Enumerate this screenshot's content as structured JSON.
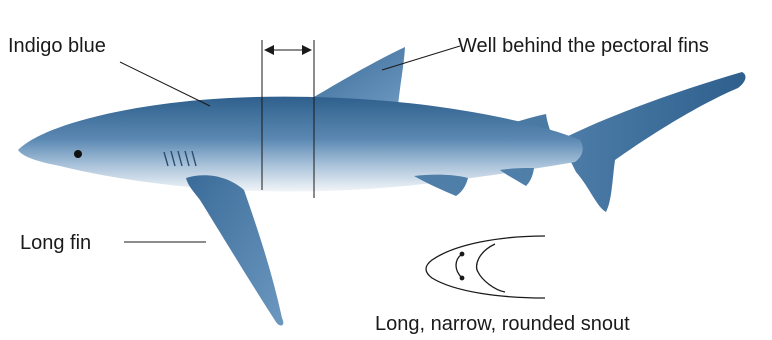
{
  "labels": {
    "color": "Indigo blue",
    "dorsal_position": "Well behind the pectoral fins",
    "pectoral_fin": "Long fin",
    "snout": "Long, narrow, rounded snout"
  },
  "colors": {
    "shark_dark": "#2f5f8c",
    "shark_mid": "#5b89b3",
    "shark_belly": "#f2f5f8",
    "line": "#1a1a1a"
  }
}
